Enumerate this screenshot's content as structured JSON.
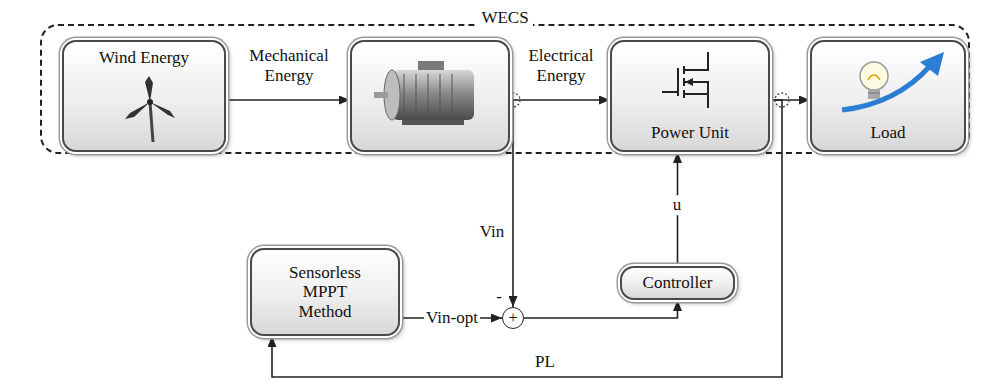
{
  "diagram": {
    "nodes": [
      {
        "text": [
          "WECS"
        ]
      },
      {
        "text": [
          "Wind Energy"
        ],
        "in": 0
      },
      {
        "text": [],
        "in": 0
      },
      {
        "text": [
          "Power Unit"
        ],
        "in": 0
      },
      {
        "text": [
          "Load"
        ],
        "in": 0
      },
      {
        "text": [
          "Sensorless MPPT Method"
        ]
      },
      {
        "text": [
          "Controller"
        ]
      },
      {
        "text": [
          "+"
        ]
      }
    ],
    "edges": [
      {
        "from": 1,
        "to": 2,
        "label": "Mechanical Energy",
        "arrow": "to"
      },
      {
        "from": 2,
        "to": 3,
        "label": "Electrical Energy",
        "arrow": "to"
      },
      {
        "from": 3,
        "to": 4,
        "arrow": "to"
      },
      {
        "from": 5,
        "to": 7,
        "label": "Vin-opt",
        "arrow": "to"
      },
      {
        "from": 7,
        "to": 6,
        "arrow": "to"
      },
      {
        "from": 6,
        "to": 3,
        "label": "u",
        "arrow": "to"
      },
      {
        "from": 2,
        "to": 7,
        "label": "Vin",
        "arrow": "to"
      },
      {
        "from": 3,
        "to": 5,
        "label": "PL",
        "arrow": "to"
      }
    ],
    "labels": [
      "-"
    ]
  }
}
